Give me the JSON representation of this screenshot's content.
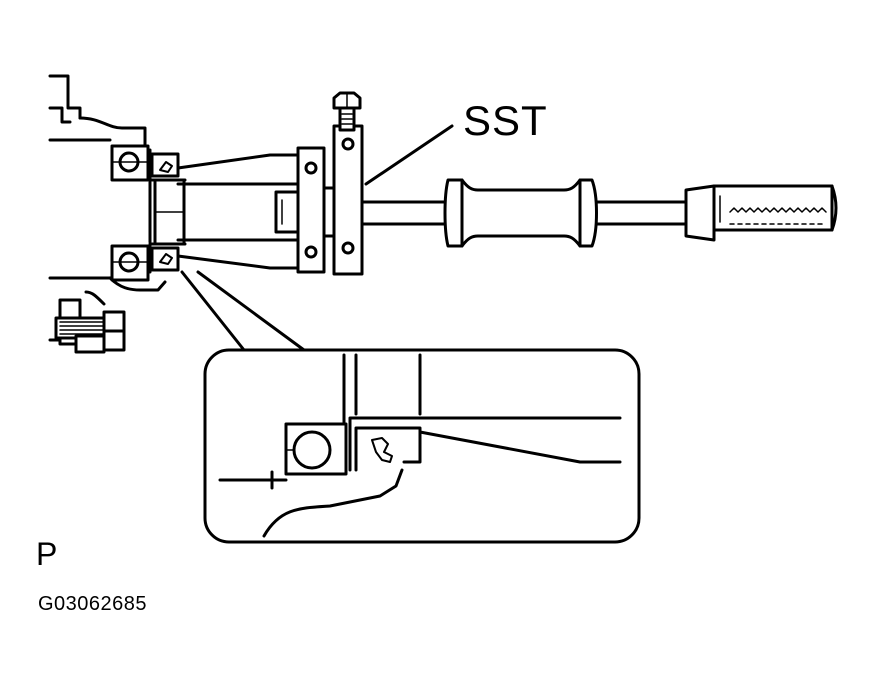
{
  "diagram": {
    "tool_label": "SST",
    "view_code": "P",
    "figure_id": "G03062685"
  },
  "colors": {
    "line": "#000000",
    "fill": "#ffffff"
  },
  "icons": {
    "hatch": "knurled-grip"
  }
}
